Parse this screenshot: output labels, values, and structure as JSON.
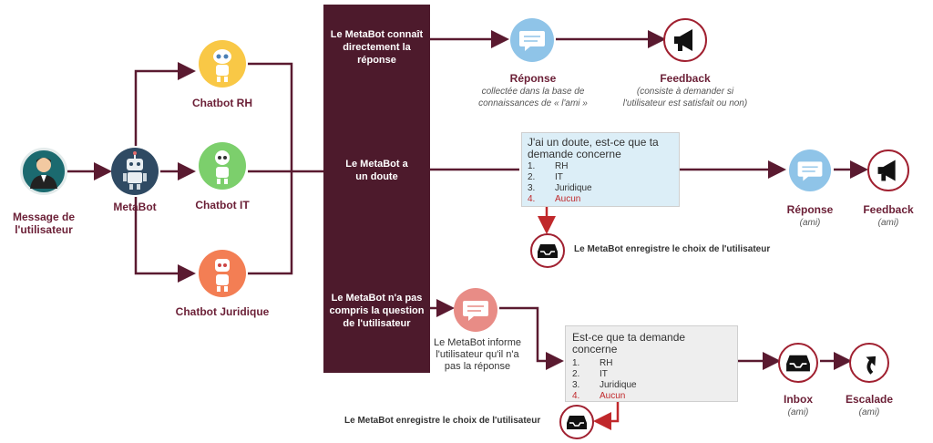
{
  "user": {
    "label_line1": "Message de",
    "label_line2": "l'utilisateur"
  },
  "metabot": {
    "label": "MetaBot"
  },
  "chatbots": [
    {
      "label": "Chatbot RH",
      "color": "#f9c846"
    },
    {
      "label": "Chatbot IT",
      "color": "#7ccf6c"
    },
    {
      "label": "Chatbot Juridique",
      "color": "#f37e54"
    }
  ],
  "panel": {
    "case1": [
      "Le MetaBot connaît",
      "directement la",
      "réponse"
    ],
    "case2": [
      "Le MetaBot a",
      "un doute"
    ],
    "case3": [
      "Le MetaBot n'a pas",
      "compris la question",
      "de l'utilisateur"
    ]
  },
  "row1": {
    "reponse_title": "Réponse",
    "reponse_sub1": "collectée dans la base de",
    "reponse_sub2": "connaissances de « l'ami »",
    "feedback_title": "Feedback",
    "feedback_sub1": "(consiste à demander si",
    "feedback_sub2": "l'utilisateur est satisfait ou non)"
  },
  "row2": {
    "question_line1": "J'ai un doute, est-ce que ta",
    "question_line2": "demande concerne",
    "options": [
      {
        "num": "1.",
        "text": "RH"
      },
      {
        "num": "2.",
        "text": "IT"
      },
      {
        "num": "3.",
        "text": "Juridique"
      },
      {
        "num": "4.",
        "text": "Aucun"
      }
    ],
    "note": "Le MetaBot enregistre le choix de l'utilisateur",
    "reponse_title": "Réponse",
    "reponse_sub": "(ami)",
    "feedback_title": "Feedback",
    "feedback_sub": "(ami)"
  },
  "row3": {
    "inform1": "Le MetaBot informe",
    "inform2": "l'utilisateur qu'il n'a",
    "inform3": "pas la réponse",
    "question": "Est-ce que ta demande concerne",
    "options": [
      {
        "num": "1.",
        "text": "RH"
      },
      {
        "num": "2.",
        "text": "IT"
      },
      {
        "num": "3.",
        "text": "Juridique"
      },
      {
        "num": "4.",
        "text": "Aucun"
      }
    ],
    "note": "Le MetaBot enregistre le choix de l'utilisateur",
    "inbox_title": "Inbox",
    "inbox_sub": "(ami)",
    "escalade_title": "Escalade",
    "escalade_sub": "(ami)"
  },
  "colors": {
    "connector": "#5a1a30",
    "panel": "#4d1a2c",
    "accent_red": "#c0282b",
    "bubble_blue": "#8fc4e8",
    "bubble_pink": "#e88c86",
    "metabot_bg": "#2f4a63",
    "user_bg": "#1b6a6f"
  },
  "icons": [
    "user-avatar-icon",
    "robot-icon",
    "speech-bubble-icon",
    "megaphone-icon",
    "inbox-tray-icon",
    "escalate-arrow-icon"
  ]
}
